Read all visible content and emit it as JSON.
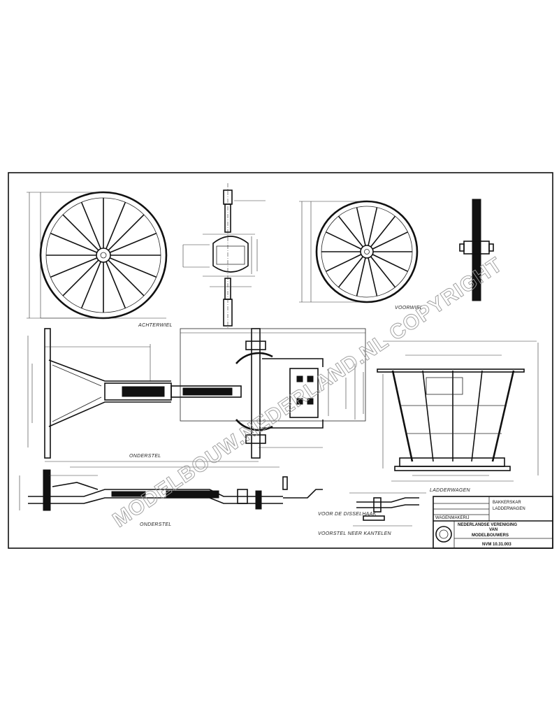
{
  "drawing": {
    "views": {
      "wheel_front": "ACHTERWIEL",
      "wheel_rear": "VOORWIEL",
      "plan": "ONDERSTEL",
      "side": "ONDERSTEL",
      "rack": "LADDERWAGEN"
    },
    "notes": {
      "detail": "VOOR DE DISSELHAAK",
      "detail_sub": "VOORSTEL NEER KANTELEN"
    },
    "watermark": "MODELBOUW.NEDERLAND.NL COPYRIGHT",
    "title_block": {
      "rows": [
        "",
        "",
        "",
        "WAGENMAKERIJ"
      ],
      "right_top_1": "BAKKERSKAR",
      "right_top_2": "LADDERWAGEN",
      "org_line_1": "NEDERLANDSE VERENIGING",
      "org_line_2": "VAN",
      "org_line_3": "MODELBOUWERS",
      "sheet_number": "NVM 10.31.003"
    }
  }
}
